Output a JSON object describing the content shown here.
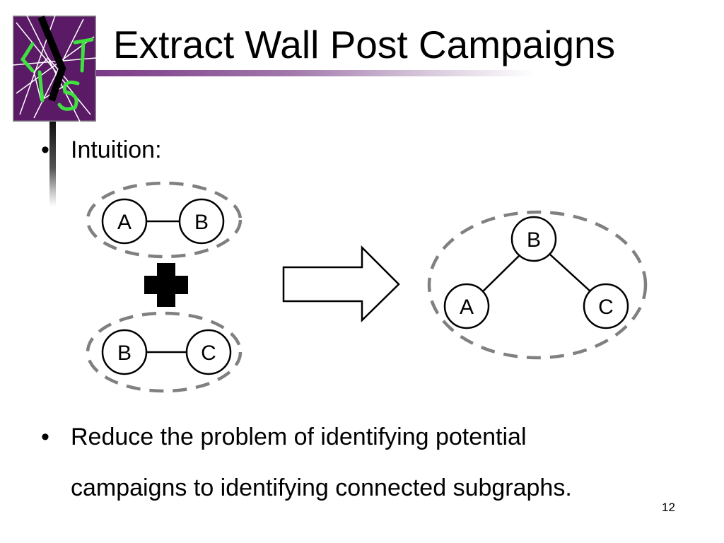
{
  "slide": {
    "title": "Extract Wall Post Campaigns",
    "logo_text": "CIST",
    "bullets": [
      "Intuition:",
      "Reduce the problem of identifying potential",
      "campaigns to identifying connected subgraphs."
    ],
    "page_number": "12"
  },
  "diagram": {
    "pair_top": [
      "A",
      "B"
    ],
    "pair_bottom": [
      "B",
      "C"
    ],
    "merged": {
      "top": "B",
      "left": "A",
      "right": "C"
    }
  },
  "colors": {
    "title_rule": "#7a3a86",
    "logo_bg": "#5a1a66",
    "logo_glyph": "#3fe03f",
    "dashed_outline": "#808080"
  },
  "icons": [
    "plus-icon",
    "arrow-right-icon",
    "cist-logo"
  ]
}
